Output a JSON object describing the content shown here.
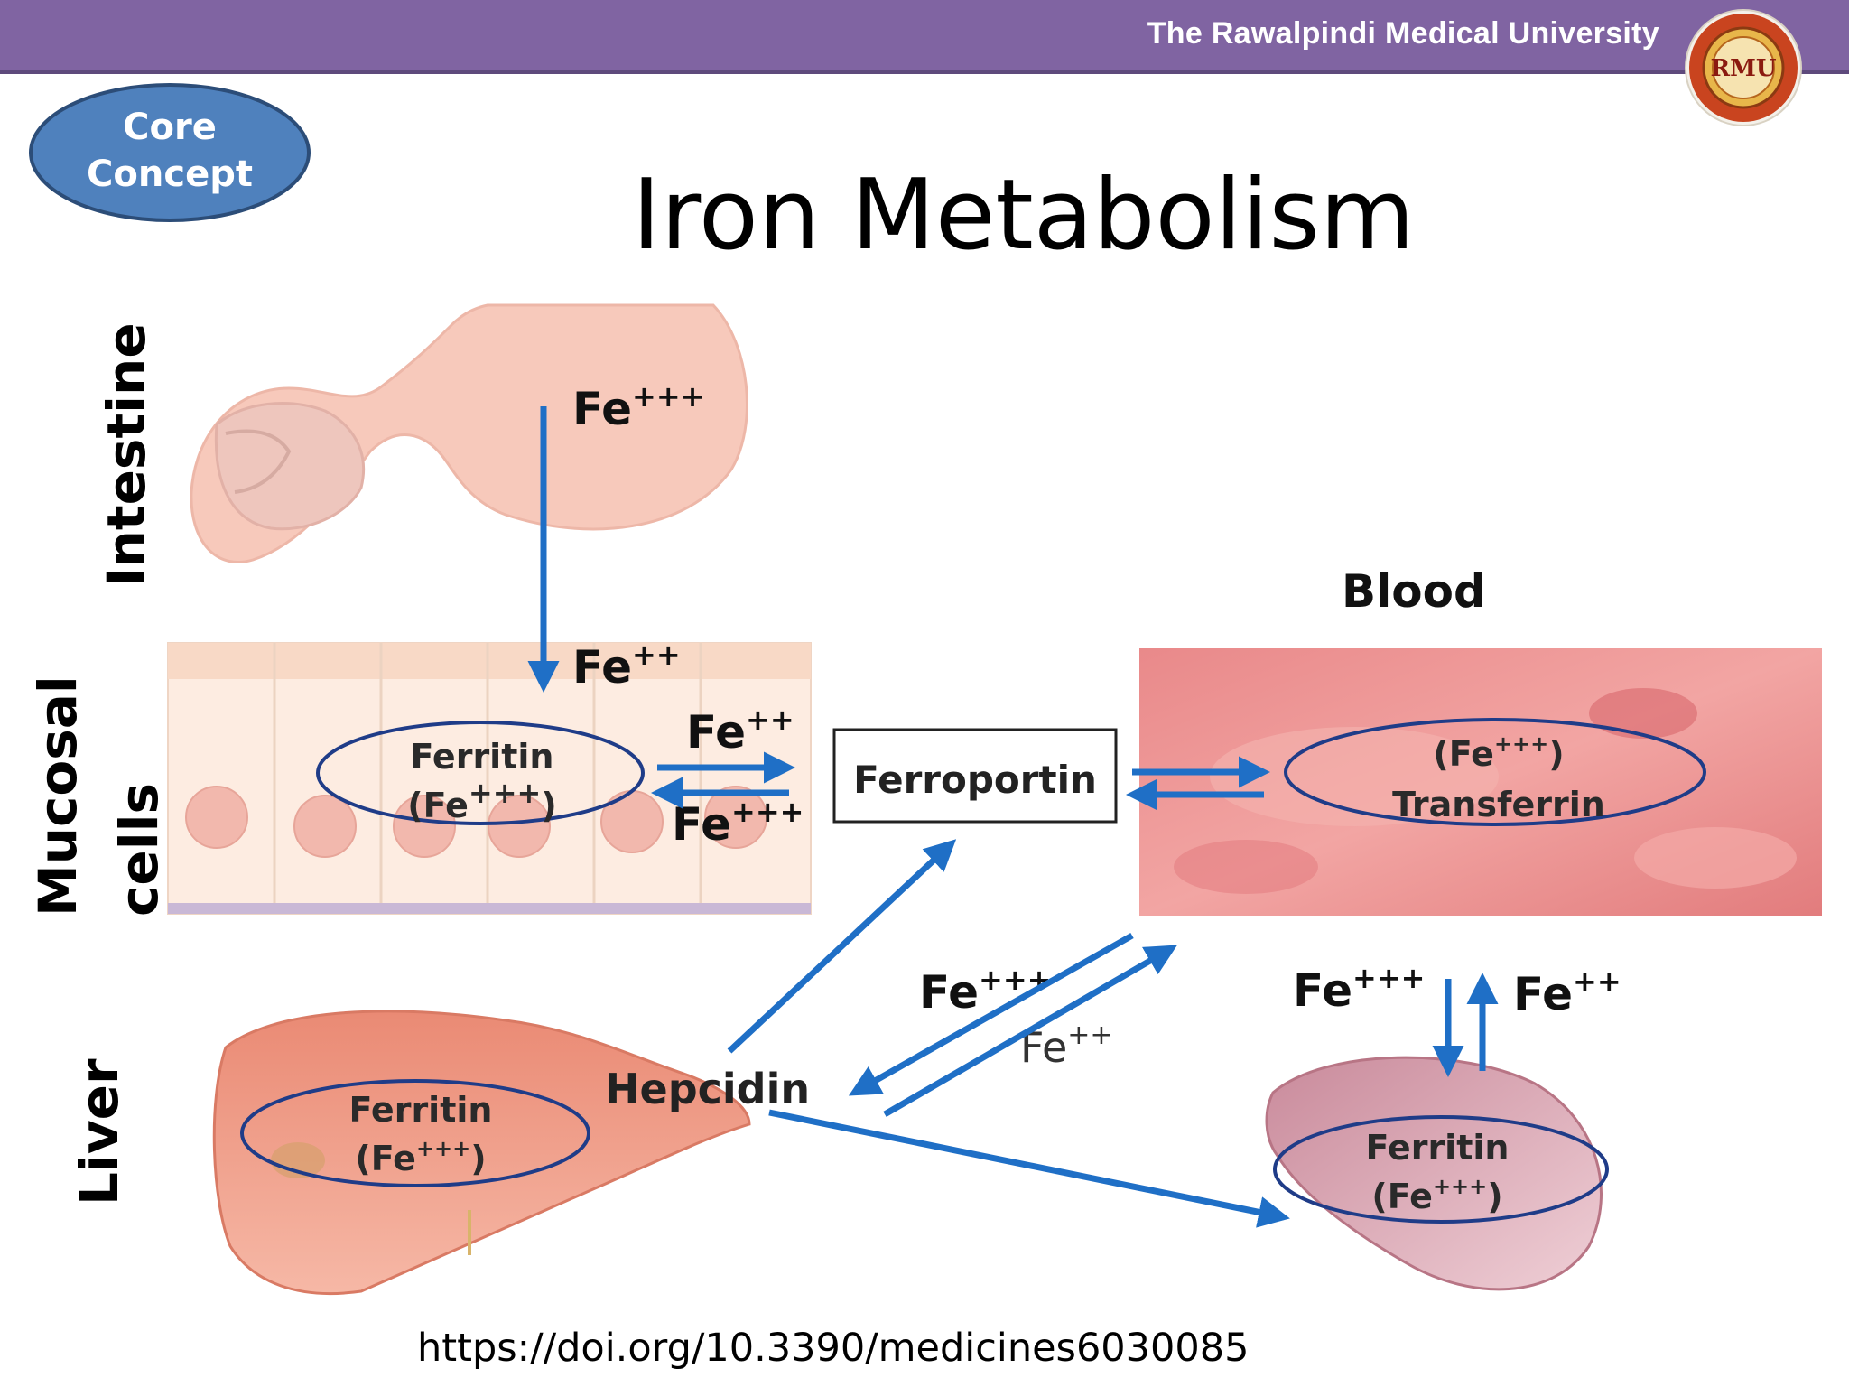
{
  "header": {
    "university": "The Rawalpindi Medical University",
    "logo_text": "RMU",
    "bar_color": "#8064a2"
  },
  "badge": {
    "line1": "Core",
    "line2": "Concept",
    "color": "#4f81bd"
  },
  "title": "Iron Metabolism",
  "footer": {
    "doi": "https://doi.org/10.3390/medicines6030085"
  },
  "diagram": {
    "side_labels": {
      "intestine": "Intestine",
      "mucosal": "Mucosal",
      "cells": "cells",
      "liver": "Liver"
    },
    "blood_label": "Blood",
    "ferroportin": "Ferroportin",
    "hepcidin": "Hepcidin",
    "ferritin": "Ferritin",
    "transferrin": "Transferrin",
    "fe_base": "Fe",
    "ferric_charge": "+++",
    "ferrous_charge": "++",
    "paren_open": "(",
    "paren_close": ")",
    "arrow_color": "#1f6fc6",
    "ellipse_color": "#1f3c88"
  }
}
